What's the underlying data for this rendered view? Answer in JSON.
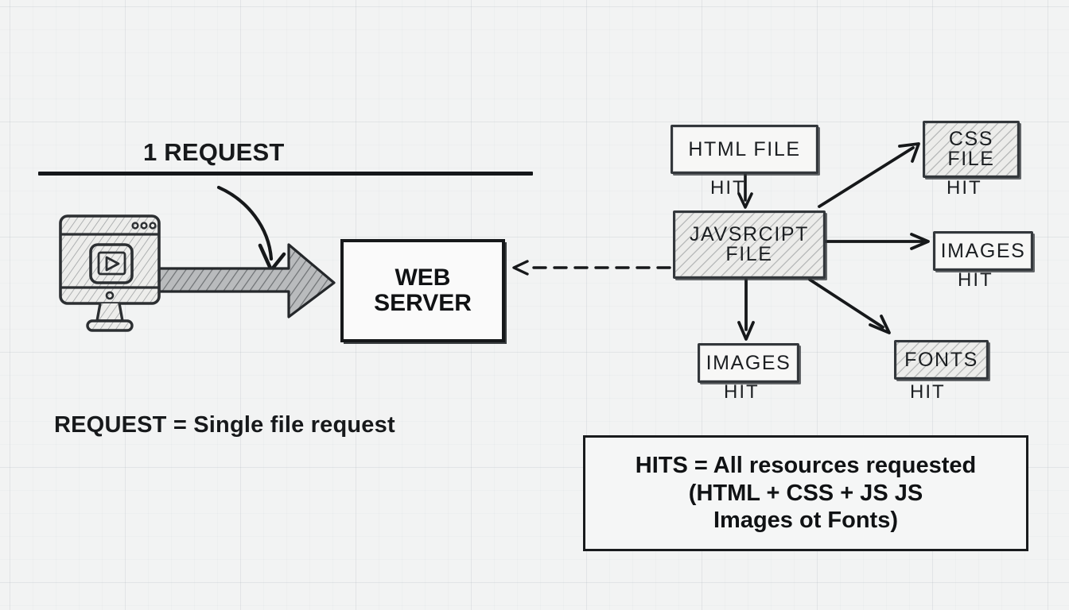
{
  "diagram": {
    "title": "Web request and resource hits diagram",
    "background_color": "#f2f3f3",
    "ink_color": "#17191b"
  },
  "left_section": {
    "heading": "1 REQUEST",
    "legend": "REQUEST = Single file request",
    "client": {
      "icon": "monitor-with-video-play-icon",
      "label": ""
    },
    "server": {
      "label": "WEB\nSERVER"
    },
    "arrows": {
      "client_to_server": "thick-hatched-right-arrow",
      "curved_pointer": "curved-down-right-arrow"
    }
  },
  "right_section": {
    "nodes": [
      {
        "id": "html-file",
        "label": "HTML FILE",
        "hit": "HIT",
        "hatched": false
      },
      {
        "id": "js-file",
        "label": "JAVSRCIPT\nFILE",
        "hit": "",
        "hatched": true
      },
      {
        "id": "css-file",
        "label": "CSS\nFILE",
        "hit": "HIT",
        "hatched": true
      },
      {
        "id": "images-right",
        "label": "IMAGES",
        "hit": "HIT",
        "hatched": false
      },
      {
        "id": "images-bottom",
        "label": "IMAGES",
        "hit": "HIT",
        "hatched": false
      },
      {
        "id": "fonts",
        "label": "FONTS",
        "hit": "HIT",
        "hatched": true
      }
    ],
    "edges": [
      {
        "from": "html-file",
        "to": "js-file",
        "style": "solid",
        "direction": "down"
      },
      {
        "from": "js-file",
        "to": "css-file",
        "style": "solid",
        "direction": "up-right"
      },
      {
        "from": "js-file",
        "to": "images-right",
        "style": "solid",
        "direction": "right"
      },
      {
        "from": "js-file",
        "to": "images-bottom",
        "style": "solid",
        "direction": "down"
      },
      {
        "from": "js-file",
        "to": "fonts",
        "style": "solid",
        "direction": "down-right"
      },
      {
        "from": "js-file",
        "to": "web-server",
        "style": "dashed",
        "direction": "left"
      }
    ],
    "legend": "HITS = All resources requested\n(HTML + CSS + JS    JS\nImages ot Fonts)"
  }
}
